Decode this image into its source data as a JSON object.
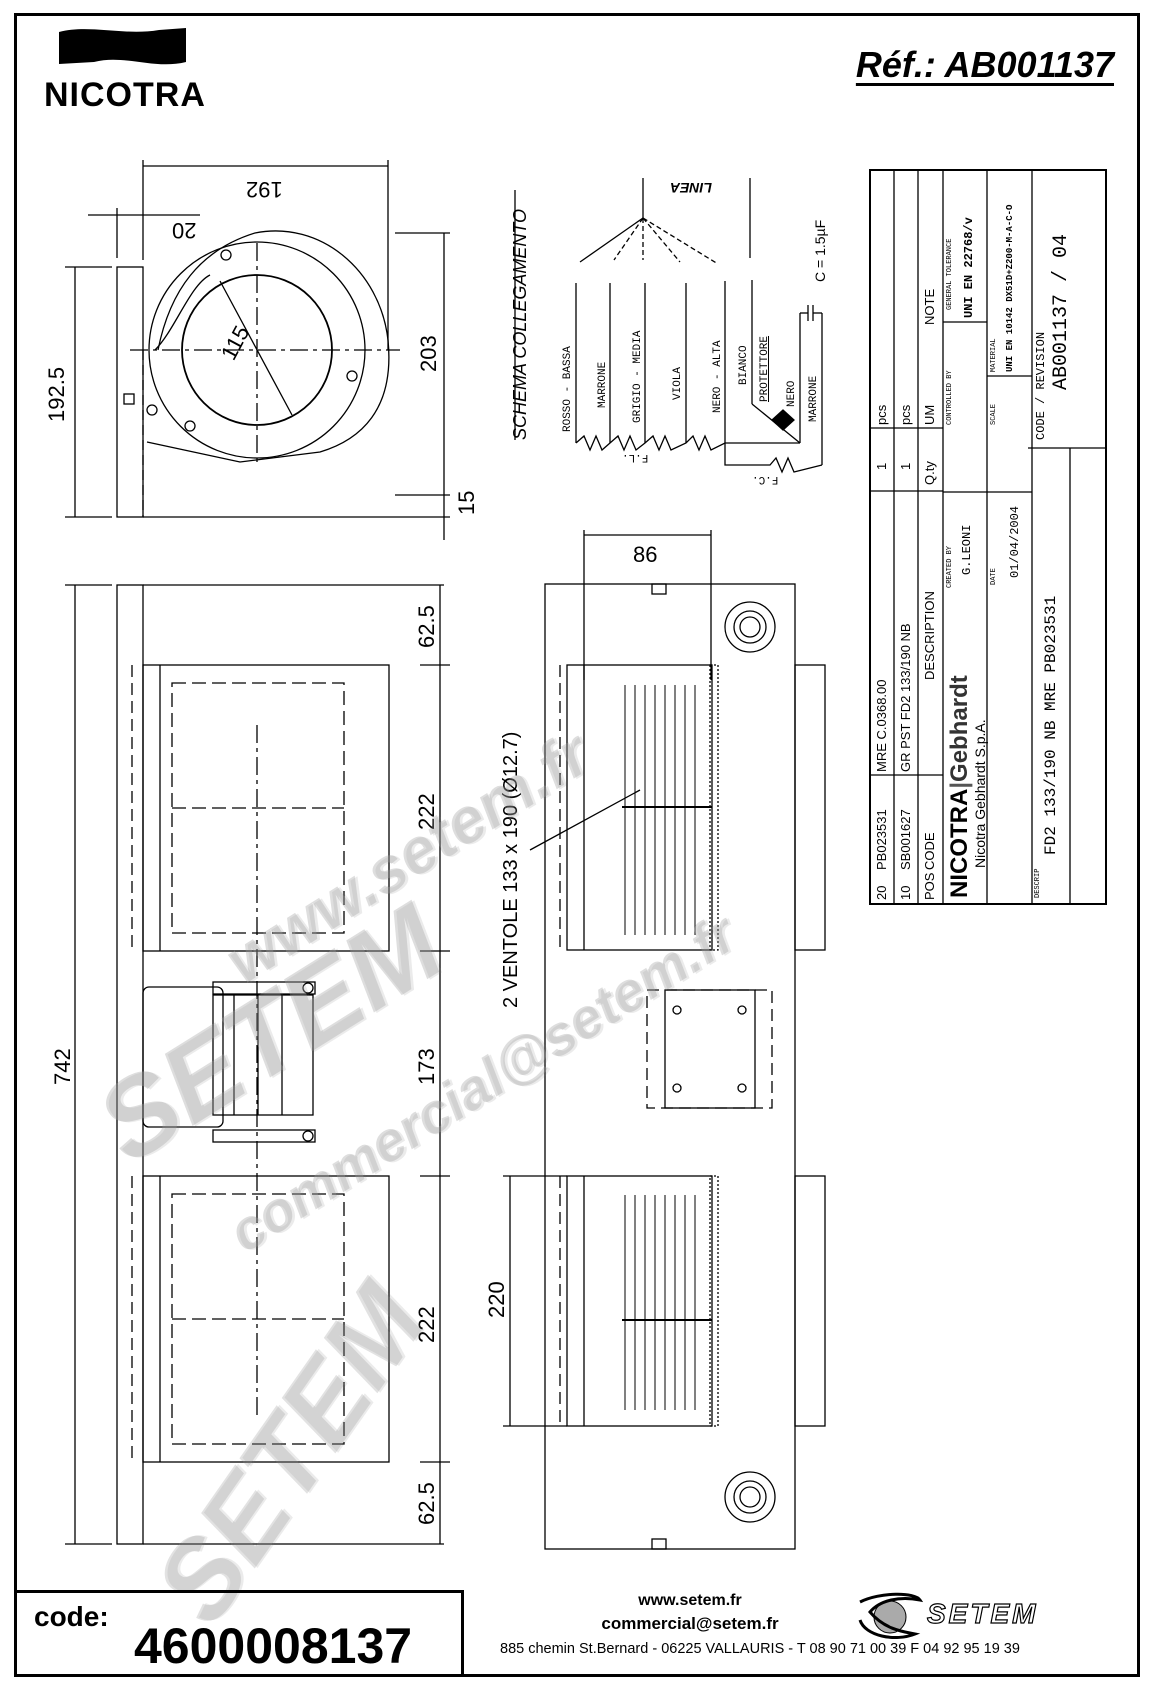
{
  "header": {
    "brand": "NICOTRA",
    "reference_label": "Réf.: AB001137"
  },
  "side_view": {
    "dims": {
      "width_192": "192",
      "flange_20": "20",
      "height_192_5": "192.5",
      "inlet_diameter_115": "115",
      "height_203": "203",
      "offset_15": "15"
    }
  },
  "wiring_diagram": {
    "title": "SCHEMA COLLEGAMENTO",
    "linea_label": "LINEA",
    "capacitor_label": "C = 1.5µF",
    "fl_label": "F.L.",
    "fc_label": "F.C.",
    "wires": [
      "ROSSO - BASSA",
      "MARRONE",
      "GRIGIO - MEDIA",
      "VIOLA",
      "NERO - ALTA",
      "BIANCO",
      "PROTETTORE",
      "NERO",
      "MARRONE"
    ]
  },
  "front_view": {
    "dims": {
      "total_742": "742",
      "top_62_5": "62.5",
      "fan1_222": "222",
      "motor_173": "173",
      "fan2_222": "222",
      "bottom_62_5": "62.5"
    }
  },
  "top_view": {
    "dims": {
      "depth_86": "86",
      "fan_220": "220"
    },
    "fan_label": "2 VENTOLE 133 x 190 (Ø12.7)"
  },
  "title_block": {
    "bom_rows": [
      {
        "pos": "20",
        "code": "PB023531",
        "description": "MRE C.0368.00",
        "qty": "1",
        "um": "pcs"
      },
      {
        "pos": "10",
        "code": "SB001627",
        "description": "GR PST FD2 133/190 NB",
        "qty": "1",
        "um": "pcs"
      }
    ],
    "bom_headers": {
      "pos": "POS",
      "code": "CODE",
      "description": "DESCRIPTION",
      "qty": "Q.ty",
      "um": "UM",
      "note": "NOTE"
    },
    "company_logo_a": "NICOTRA",
    "company_logo_b": "Gebhardt",
    "company_name": "Nicotra Gebhardt S.p.A.",
    "created_by_label": "CREATED BY",
    "created_by": "G.LEONI",
    "date_label": "DATE",
    "date": "01/04/2004",
    "controlled_by_label": "CONTROLLED BY",
    "scale_label": "SCALE",
    "general_tolerance_label": "GENERAL TOLERANCE",
    "general_tolerance": "UNI EN 22768/v",
    "material_label": "MATERIAL",
    "material": "UNI EN 10142 DX51D+Z200-M-A-C-O",
    "descrip_label": "DESCRIP",
    "descrip": "FD2 133/190 NB MRE PB023531",
    "code_revision_label": "CODE / REVISION",
    "code_revision": "AB001137 / 04"
  },
  "footer": {
    "code_label": "code:",
    "code_value": "4600008137",
    "website": "www.setem.fr",
    "email": "commercial@setem.fr",
    "address": "885 chemin St.Bernard  -  06225 VALLAURIS  -  T 08 90 71 00 39   F 04 92 95 19 39",
    "setem_brand": "SETEM"
  },
  "watermarks": {
    "w1": "www.setem.fr",
    "w2": "SETEM",
    "w3": "commercial@setem.fr",
    "w4": "SETEM"
  }
}
